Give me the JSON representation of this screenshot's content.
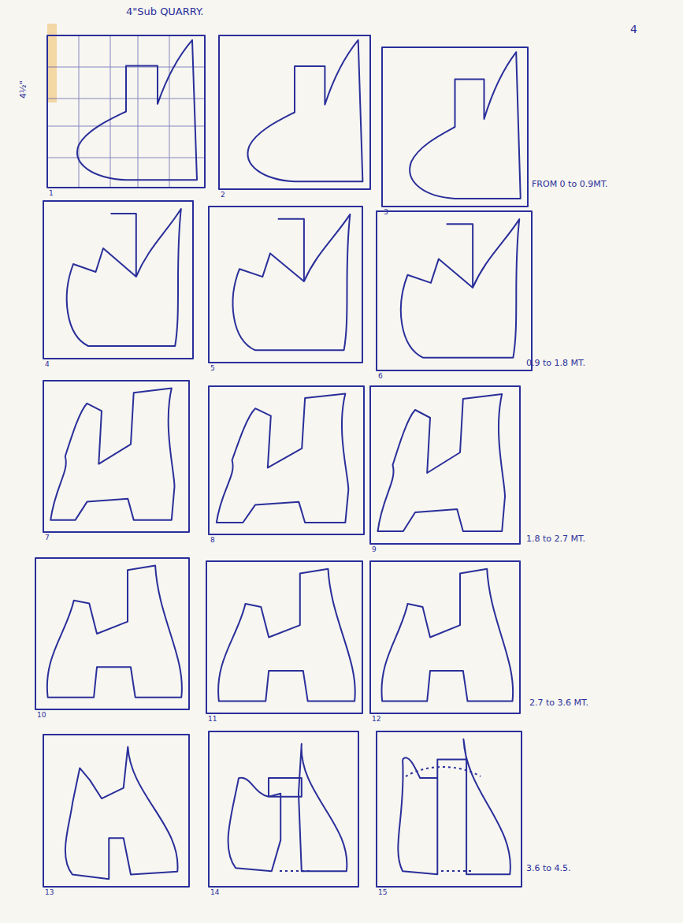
{
  "diagram": {
    "title": "4\"Sub QUARRY.",
    "labels": [
      "4½\"",
      "4",
      "1",
      "2",
      "3",
      "4",
      "5",
      "6",
      "7",
      "8",
      "9",
      "10",
      "11",
      "12",
      "13",
      "14",
      "15",
      "FROM 0 to 0.9MT.",
      "0.9 to 1.8 MT.",
      "1.8 to 2.7 MT.",
      "2.7 to 3.6 MT.",
      "3.6 to 4.5."
    ]
  }
}
